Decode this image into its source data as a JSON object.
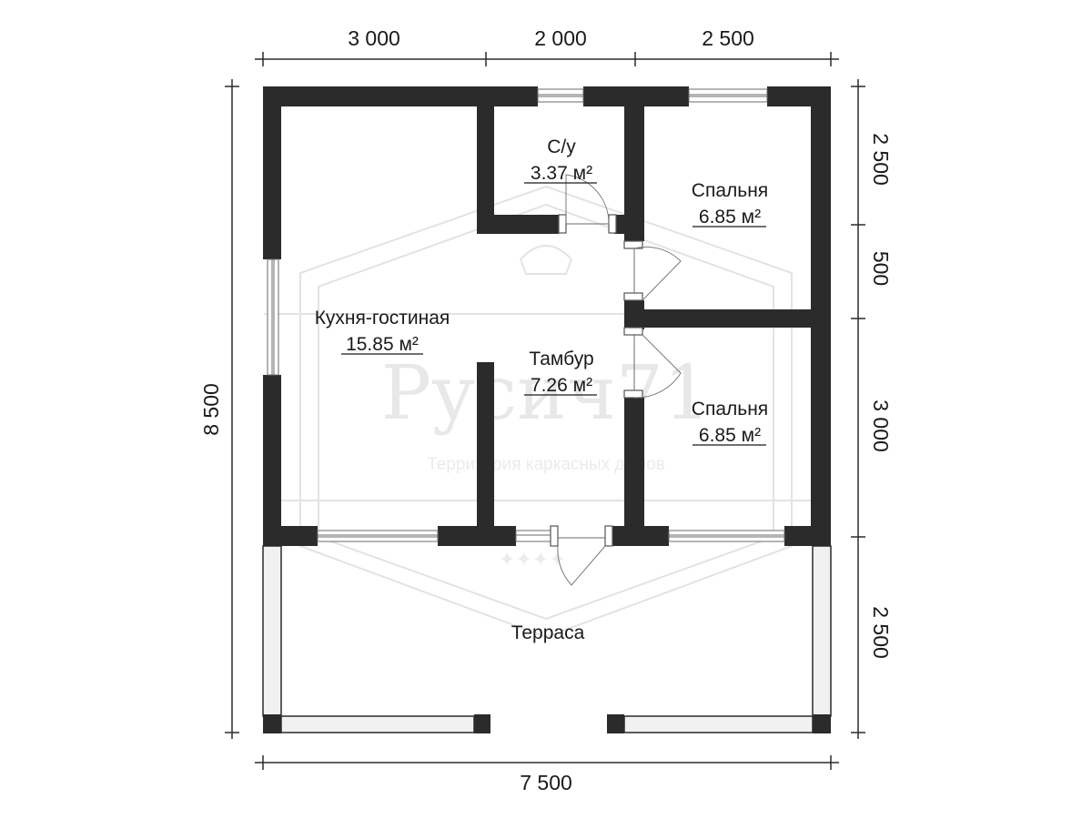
{
  "plan": {
    "dimensions_top": [
      "3 000",
      "2 000",
      "2 500"
    ],
    "dimension_bottom": "7 500",
    "dimension_left": "8 500",
    "dimensions_right": [
      "2 500",
      "500",
      "3 000",
      "2 500"
    ],
    "rooms": {
      "bathroom": {
        "name": "С/у",
        "area": "3.37 м²"
      },
      "bedroom_top": {
        "name": "Спальня",
        "area": "6.85 м²"
      },
      "kitchen_living": {
        "name": "Кухня-гостиная",
        "area": "15.85 м²"
      },
      "vestibule": {
        "name": "Тамбур",
        "area": "7.26 м²"
      },
      "bedroom_bottom": {
        "name": "Спальня",
        "area": "6.85 м²"
      },
      "terrace": {
        "name": "Терраса"
      }
    }
  },
  "watermark": {
    "brand": "Русич71",
    "tagline": "Территория каркасных домов"
  }
}
